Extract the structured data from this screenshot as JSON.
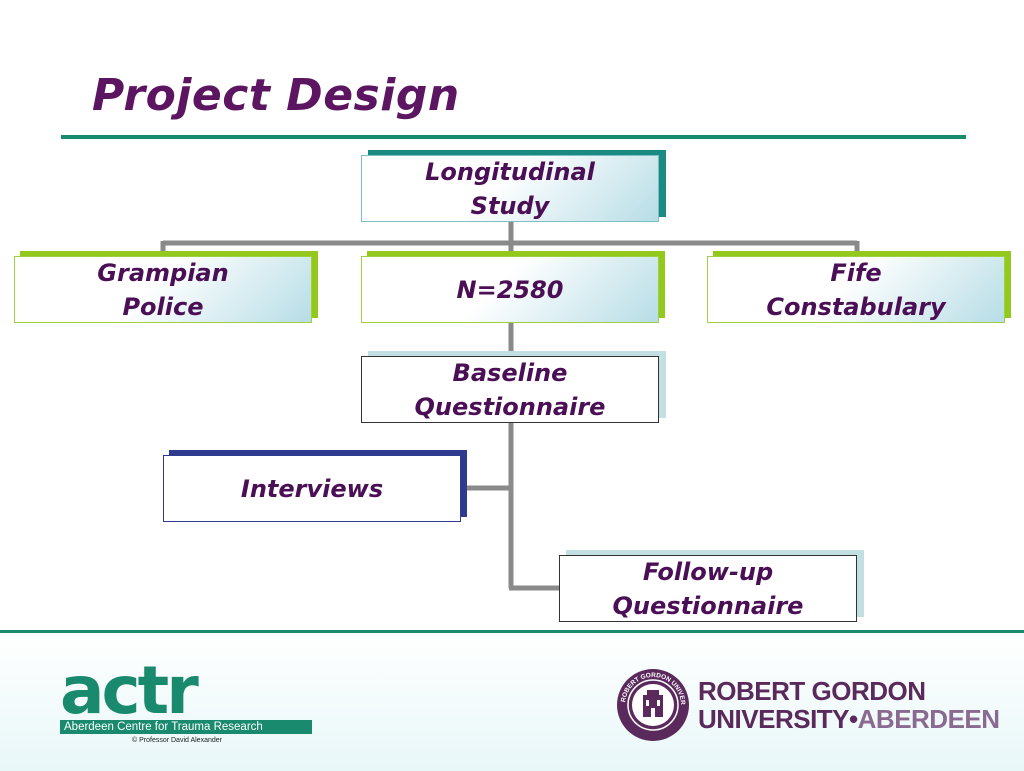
{
  "slide": {
    "title": "Project Design"
  },
  "diagram": {
    "root": {
      "line1": "Longitudinal",
      "line2": "Study"
    },
    "left": {
      "line1": "Grampian",
      "line2": "Police"
    },
    "center": {
      "line1": "N=2580"
    },
    "right": {
      "line1": "Fife",
      "line2": "Constabulary"
    },
    "baseline": {
      "line1": "Baseline",
      "line2": "Questionnaire"
    },
    "interviews": {
      "line1": "Interviews"
    },
    "followup": {
      "line1": "Follow-up",
      "line2": "Questionnaire"
    }
  },
  "footer": {
    "actr": {
      "wordmark": "actr",
      "name": "Aberdeen Centre for Trauma Research",
      "copyright": "© Professor David Alexander"
    },
    "rgu": {
      "line1": "ROBERT GORDON",
      "line2a": "UNIVERSITY•",
      "line2b": "ABERDEEN",
      "seal_text": "ROBERT GORDON UNIVERSITY · ABERDEEN"
    }
  },
  "colors": {
    "title": "#5c1560",
    "teal": "#1a8a6e",
    "green": "#92c91c",
    "navy": "#2e3b8f",
    "connector": "#8a8a8a"
  }
}
